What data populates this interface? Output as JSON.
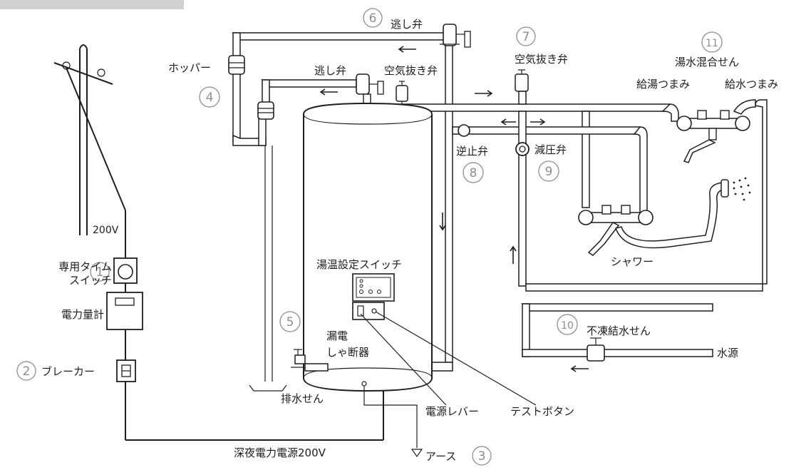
{
  "labels": {
    "relief_valve_top": "逃し弁",
    "hopper": "ホッパー",
    "relief_valve_inner": "逃し弁",
    "air_vent_inner": "空気抜き弁",
    "air_vent_right": "空気抜き弁",
    "mixing_faucet": "湯水混合せん",
    "hot_knob": "給湯つまみ",
    "cold_knob": "給水つまみ",
    "check_valve": "逆止弁",
    "pressure_reducing_valve": "減圧弁",
    "voltage_200": "200V",
    "timer_switch_line1": "専用タイム",
    "timer_switch_line2": "スイッチ",
    "power_meter": "電力量計",
    "breaker": "ブレーカー",
    "temp_switch": "湯温設定スイッチ",
    "shower": "シャワー",
    "leakage_breaker_line1": "漏電",
    "leakage_breaker_line2": "しゃ断器",
    "antifreeze_valve": "不凍結水せん",
    "water_source": "水源",
    "drain_valve": "排水せん",
    "power_lever": "電源レバー",
    "test_button": "テストボタン",
    "night_power": "深夜電力電源200V",
    "earth": "アース"
  },
  "numbers": {
    "n1": "1",
    "n2": "2",
    "n3": "3",
    "n4": "4",
    "n5": "5",
    "n6": "6",
    "n7": "7",
    "n8": "8",
    "n9": "9",
    "n10": "10",
    "n11": "11"
  }
}
